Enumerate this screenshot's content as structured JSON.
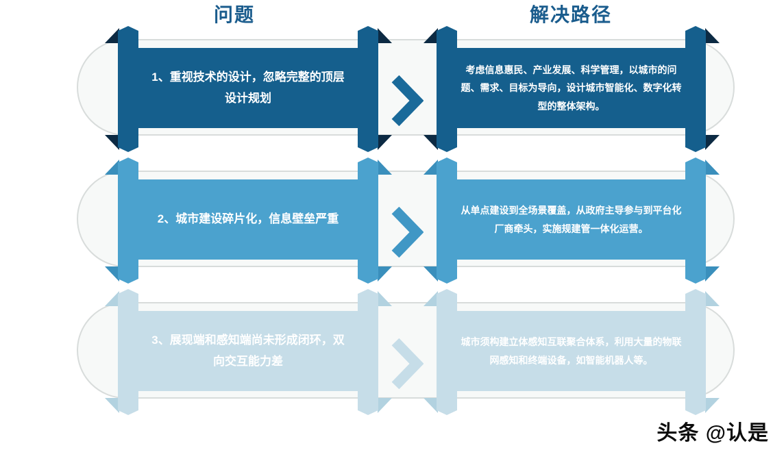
{
  "titles": {
    "problem": "问题",
    "solution": "解决路径"
  },
  "palette": {
    "title_text": "#1a5c8d",
    "capsule_fill": "#f7f9f8",
    "capsule_border": "#d8dcdb",
    "banner_text": "#ffffff",
    "background": "#ffffff"
  },
  "rows": [
    {
      "problem": "1、重视技术的设计，忽略完整的顶层设计规划",
      "solution": "考虑信息惠民、产业发展、科学管理，以城市的问题、需求、目标为导向，设计城市智能化、数字化转型的整体架构。",
      "colors": {
        "band": "#155f8d",
        "fold": "#0c2a43",
        "chevron": "#1a6a9a"
      }
    },
    {
      "problem": "2、城市建设碎片化，信息壁垒严重",
      "solution": "从单点建设到全场景覆盖，从政府主导参与到平台化厂商牵头，实施规建管一体化运营。",
      "colors": {
        "band": "#4ba2ce",
        "fold": "#3a8fbc",
        "chevron": "#4097c5"
      }
    },
    {
      "problem": "3、展现端和感知端尚未形成闭环，双向交互能力差",
      "solution": "城市须构建立体感知互联聚合体系，利用大量的物联网感知和终端设备，如智能机器人等。",
      "colors": {
        "band": "#c6dde8",
        "fold": "#b2d2e0",
        "chevron": "#c6dde8"
      }
    }
  ],
  "watermark": "头条 @认是"
}
